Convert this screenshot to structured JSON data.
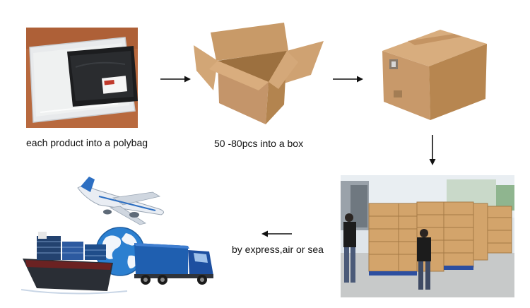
{
  "steps": {
    "polybag": {
      "caption": "each product into a polybag"
    },
    "box": {
      "caption": "50 -80pcs into a box"
    },
    "sealed_box": {
      "caption": ""
    },
    "pallets": {
      "caption": ""
    },
    "shipping": {
      "caption": "by express,air or sea"
    }
  },
  "flow": [
    "polybag",
    "box",
    "sealed_box",
    "pallets",
    "shipping"
  ],
  "icons": {
    "arrow_1": "arrow-right-icon",
    "arrow_2": "arrow-right-icon",
    "arrow_3": "arrow-down-icon",
    "arrow_4": "arrow-left-icon"
  },
  "colors": {
    "cardboard": "#c99c6a",
    "cardboard_dark": "#a97c4c",
    "table_wood": "#b5653c",
    "truck_blue": "#1f5fb0",
    "globe_blue": "#2b7fd0",
    "arrow": "#111111"
  }
}
